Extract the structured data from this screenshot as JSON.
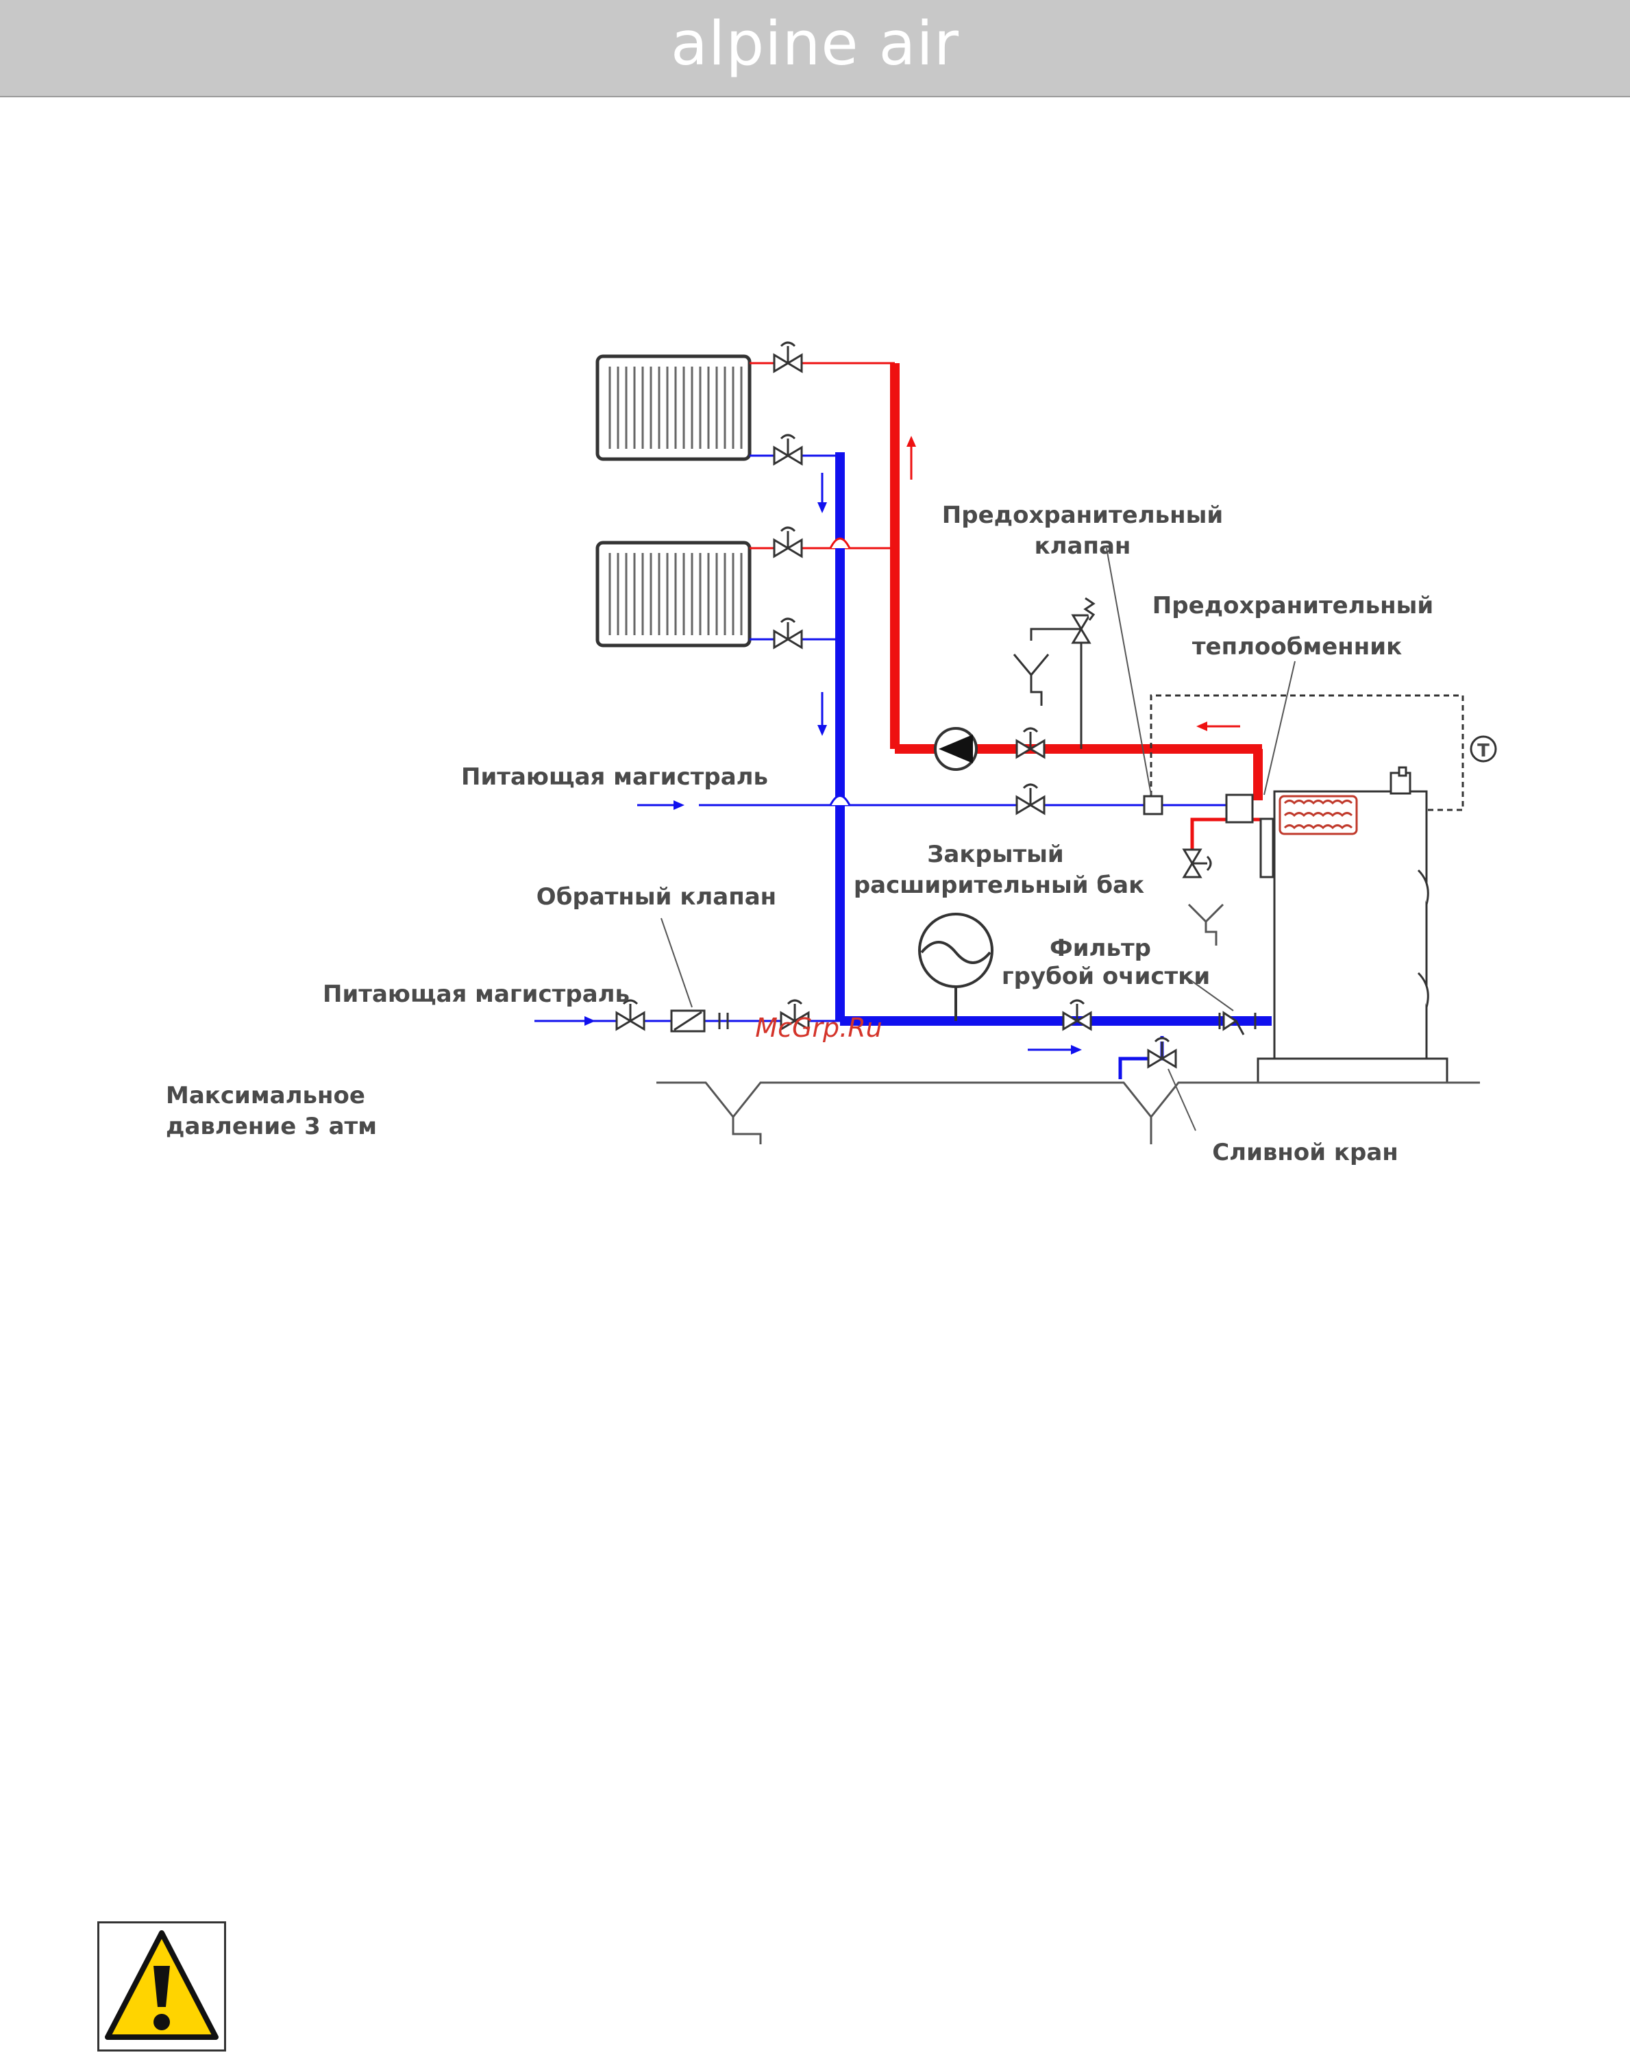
{
  "header": {
    "title": "alpine air"
  },
  "diagram": {
    "labels": {
      "safety_valve": [
        "Предохранительный",
        "клапан"
      ],
      "safety_heat_exchanger": [
        "Предохранительный",
        "теплообменник"
      ],
      "supply_main_upper": "Питающая магистраль",
      "closed_expansion_tank": [
        "Закрытый",
        "расширительный бак"
      ],
      "check_valve": "Обратный клапан",
      "coarse_filter": [
        "Фильтр",
        "грубой очистки"
      ],
      "supply_main_lower": "Питающая магистраль",
      "max_pressure": [
        "Максимальное",
        "давление 3 атм"
      ],
      "drain_valve": "Сливной кран",
      "thermostat_symbol": "T"
    },
    "watermark": "McGrp.Ru"
  },
  "colors": {
    "header_bg": "#c8c8c8",
    "hot_pipe": "#ee1111",
    "cold_pipe": "#1010ee",
    "line": "#555555"
  },
  "icons": {
    "warning": "warning-triangle-icon"
  }
}
